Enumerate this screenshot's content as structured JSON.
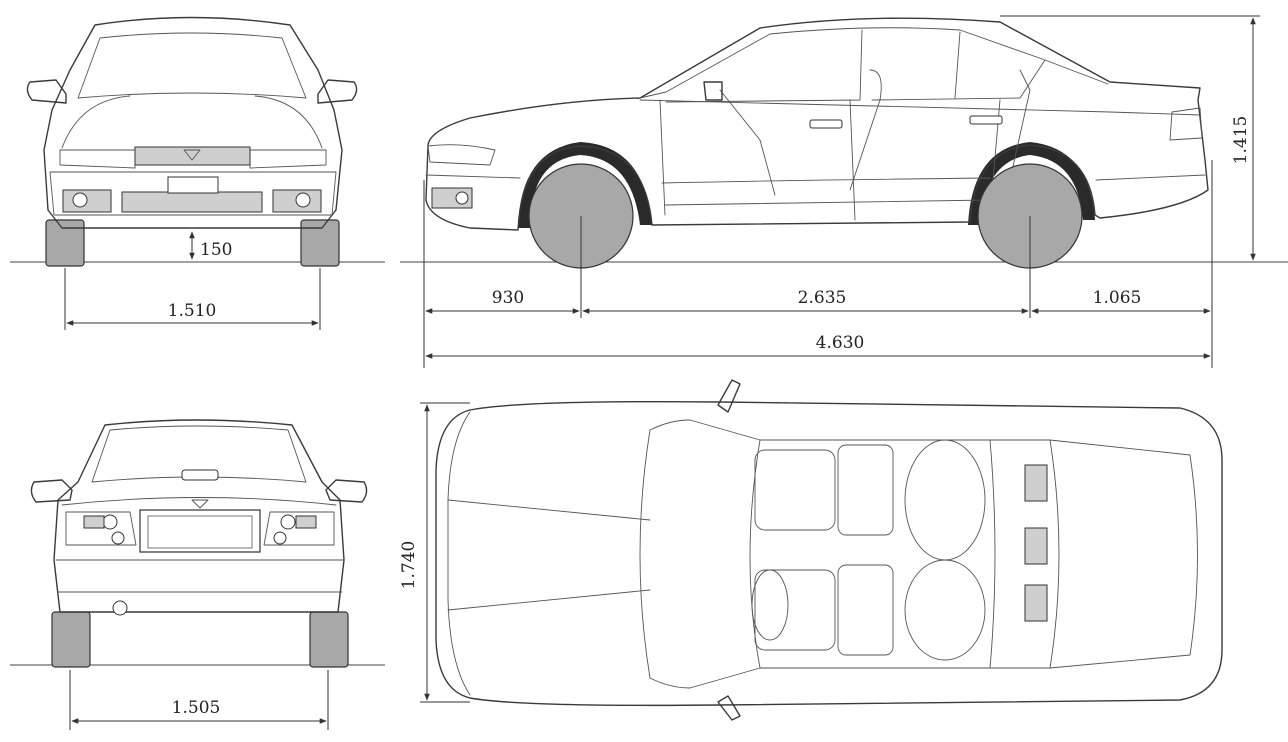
{
  "dimensions": {
    "ground_clearance": "150",
    "front_track": "1.510",
    "rear_track": "1.505",
    "front_overhang": "930",
    "wheelbase": "2.635",
    "rear_overhang": "1.065",
    "overall_length": "4.630",
    "height": "1.415",
    "width": "1.740"
  },
  "colors": {
    "line": "#3a3a3a",
    "tire": "#a8a8a8",
    "background": "#ffffff"
  }
}
